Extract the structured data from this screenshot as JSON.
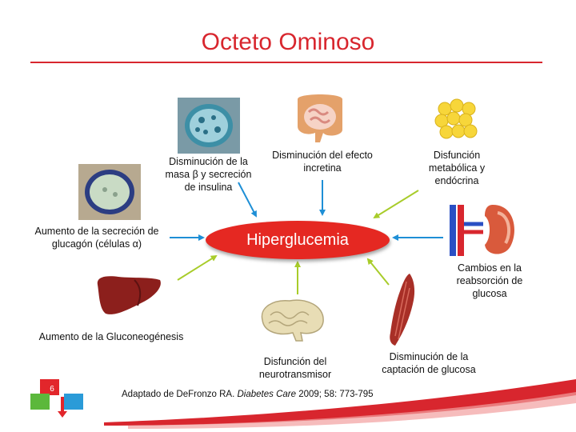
{
  "title": "Octeto Ominoso",
  "center": "Hiperglucemia",
  "labels": {
    "beta_cell": "Disminución de la masa β y secreción de insulina",
    "incretin": "Disminución del efecto incretina",
    "adipose": "Disfunción metabólica y endócrina",
    "glucagon": "Aumento de la secreción de glucagón (células α)",
    "kidney": "Cambios en la reabsorción de glucosa",
    "liver": "Aumento de la Gluconeogénesis",
    "brain": "Disfunción del neurotransmisor",
    "muscle": "Disminución de la captación de glucosa"
  },
  "citation": {
    "prefix": "Adaptado de  DeFronzo RA. ",
    "journal": "Diabetes Care",
    "details": " 2009; 58: 773-795"
  },
  "page_number": "6",
  "colors": {
    "title": "#d8262e",
    "center_fill": "#e52822",
    "arrow_blue": "#1e8fd6",
    "arrow_green": "#a8cc2a"
  }
}
